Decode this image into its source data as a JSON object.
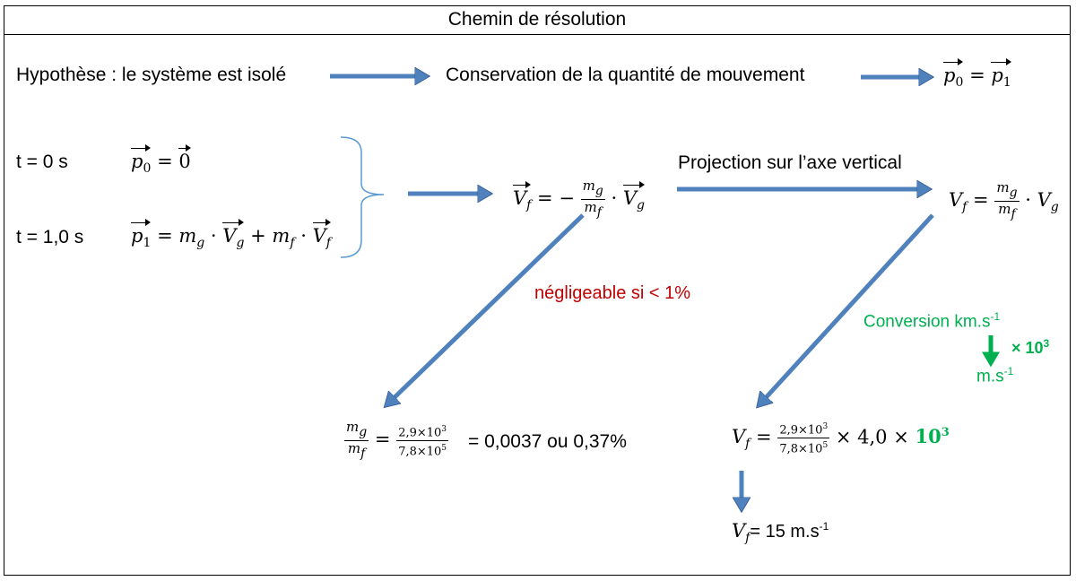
{
  "title": "Chemin de résolution",
  "row1": {
    "hypothesis": "Hypothèse : le système est isolé",
    "conservation": "Conservation de la quantité de mouvement",
    "equality": "= "
  },
  "left": {
    "t0_label": "t = 0 s",
    "t0_expr": "= ",
    "t0_zero": "0",
    "t1_label": "t = 1,0 s",
    "t1_eq": "= ",
    "plus": " + "
  },
  "middle": {
    "vf_expr_prefix": "= −",
    "projection": "Projection sur l’axe vertical"
  },
  "notes": {
    "negligible": "négligeable si < 1%",
    "conversion": "Conversion km.s",
    "conversion_exp": "-1",
    "factor": "× 10",
    "factor_exp": "3",
    "unit": "m.s",
    "unit_exp": "-1"
  },
  "results": {
    "ratio_num": "2,9×10",
    "ratio_num_exp": "3",
    "ratio_den": "7,8×10",
    "ratio_den_exp": "5",
    "ratio_value": "= 0,0037 ou 0,37%",
    "vf_times": "× 4,0 ×",
    "vf_pow": "10",
    "vf_pow_exp": "3",
    "vf_final": "= 15 m.s",
    "vf_final_exp": "-1"
  },
  "colors": {
    "arrow_fill": "#4f81bd",
    "arrow_stroke": "#2f528f",
    "brace": "#5b9bd5",
    "red": "#c00000",
    "green": "#00b050"
  }
}
